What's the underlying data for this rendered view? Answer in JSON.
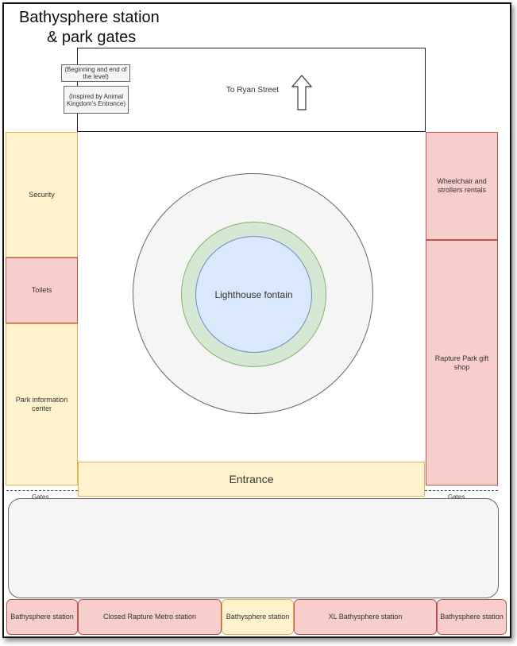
{
  "title": {
    "line1": "Bathysphere station",
    "line2": "& park gates"
  },
  "top_area": {
    "label": "To Ryan Street",
    "arrow_icon": "up-arrow-icon"
  },
  "notes": [
    "(Beginning and end of the level)",
    "(Inspired by Animal Kingdom's Entrance)"
  ],
  "left_column": [
    "Security",
    "Toilets",
    "Park information center"
  ],
  "right_column": [
    "Wheelchair and strollers rentals",
    "Rapture Park gift shop"
  ],
  "fountain": {
    "label": "Lighthouse fontain"
  },
  "entrance": {
    "label": "Entrance"
  },
  "gates": {
    "left": "Gates",
    "right": "Gates"
  },
  "stations": [
    "Bathysphere station",
    "Closed Rapture Metro station",
    "Bathysphere station",
    "XL Bathysphere station",
    "Bathysphere station"
  ],
  "colors": {
    "yellow_fill": "#fff2cc",
    "yellow_stroke": "#d6b656",
    "red_fill": "#f8cecc",
    "red_stroke": "#b85450",
    "grey_fill": "#f5f5f5",
    "green_fill": "#d5e8d4",
    "green_stroke": "#82b366",
    "blue_fill": "#dae8fc",
    "blue_stroke": "#6c8ebf"
  }
}
